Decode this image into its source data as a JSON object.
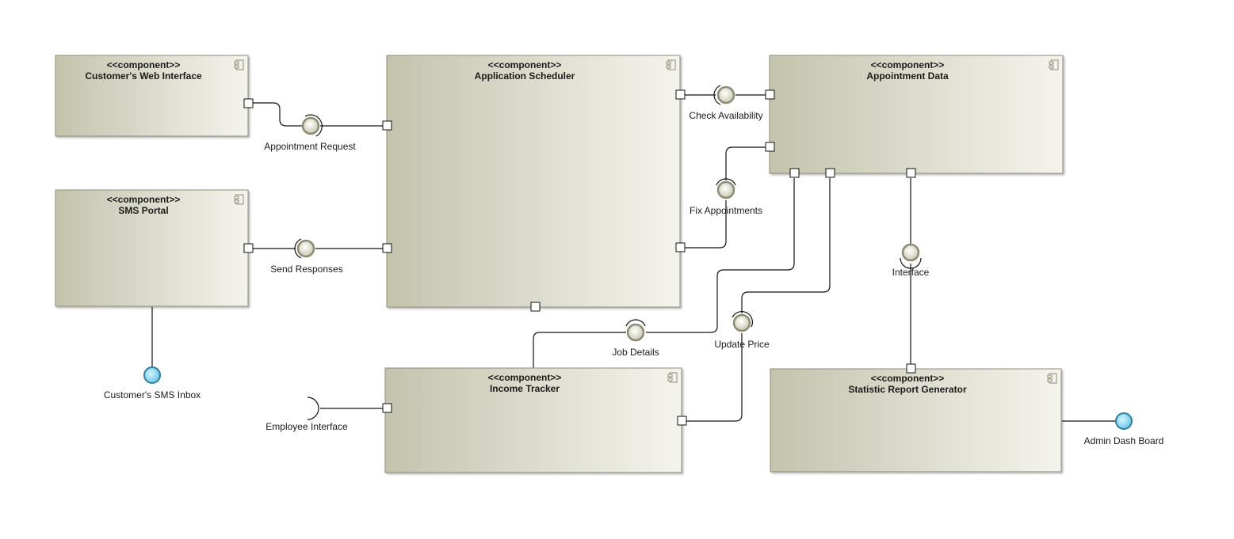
{
  "diagram": {
    "stereotype": "<<component>>",
    "components": [
      {
        "id": "cwi",
        "name": "Customer's Web Interface"
      },
      {
        "id": "sms",
        "name": "SMS Portal"
      },
      {
        "id": "as",
        "name": "Application Scheduler"
      },
      {
        "id": "ad",
        "name": "Appointment Data"
      },
      {
        "id": "it",
        "name": "Income Tracker"
      },
      {
        "id": "srg",
        "name": "Statistic Report Generator"
      }
    ],
    "interfaces": {
      "appointment_request": "Appointment Request",
      "send_responses": "Send Responses",
      "check_availability": "Check Availability",
      "fix_appointments": "Fix Appointments",
      "interface": "Interface",
      "job_details": "Job Details",
      "update_price": "Update Price",
      "employee_interface": "Employee Interface",
      "customers_sms_inbox": "Customer's SMS Inbox",
      "admin_dash_board": "Admin Dash Board"
    },
    "colors": {
      "component_fill_dark": "#c4c3ad",
      "component_fill_light": "#f4f4ee",
      "component_border": "#8e8d78",
      "provided_ball_fill": "#dcdccc",
      "provided_ball_stroke": "#8d8b72",
      "endpoint_fill": "#8fd8ef",
      "endpoint_stroke": "#2d7ea0"
    }
  }
}
